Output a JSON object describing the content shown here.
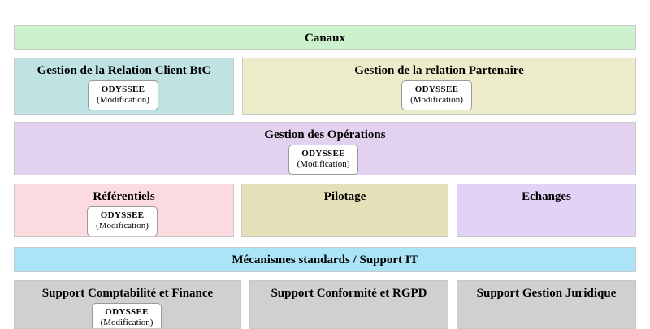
{
  "diagram": {
    "title_font_color": "#000000",
    "app_box": {
      "name": "ODYSSEE",
      "status": "(Modification)"
    },
    "rows": [
      {
        "name": "row-canaux",
        "blocks": [
          {
            "key": "canaux",
            "label": "Canaux",
            "color": "#cdf0cd",
            "has_app": false
          }
        ]
      },
      {
        "name": "row-relation",
        "blocks": [
          {
            "key": "btc",
            "label": "Gestion de la Relation Client BtC",
            "color": "#bfe3e3",
            "has_app": true
          },
          {
            "key": "partenaire",
            "label": "Gestion de la relation Partenaire",
            "color": "#ececcb",
            "has_app": true
          }
        ]
      },
      {
        "name": "row-operations",
        "blocks": [
          {
            "key": "operations",
            "label": "Gestion des Opérations",
            "color": "#e3d2ef",
            "has_app": true
          }
        ]
      },
      {
        "name": "row-referentiels",
        "blocks": [
          {
            "key": "referentiels",
            "label": "Référentiels",
            "color": "#fcdbe0",
            "has_app": true
          },
          {
            "key": "pilotage",
            "label": "Pilotage",
            "color": "#e6e0b8",
            "has_app": false
          },
          {
            "key": "echanges",
            "label": "Echanges",
            "color": "#e3d2f7",
            "has_app": false
          }
        ]
      },
      {
        "name": "row-mecanismes",
        "blocks": [
          {
            "key": "mecanismes",
            "label": "Mécanismes standards / Support IT",
            "color": "#ace4f7",
            "has_app": false
          }
        ]
      },
      {
        "name": "row-support",
        "blocks": [
          {
            "key": "comptabilite",
            "label": "Support Comptabilité et Finance",
            "color": "#d0d0d0",
            "has_app": true
          },
          {
            "key": "conformite",
            "label": "Support Conformité et RGPD",
            "color": "#d0d0d0",
            "has_app": false
          },
          {
            "key": "juridique",
            "label": "Support Gestion Juridique",
            "color": "#d0d0d0",
            "has_app": false
          }
        ]
      }
    ]
  }
}
